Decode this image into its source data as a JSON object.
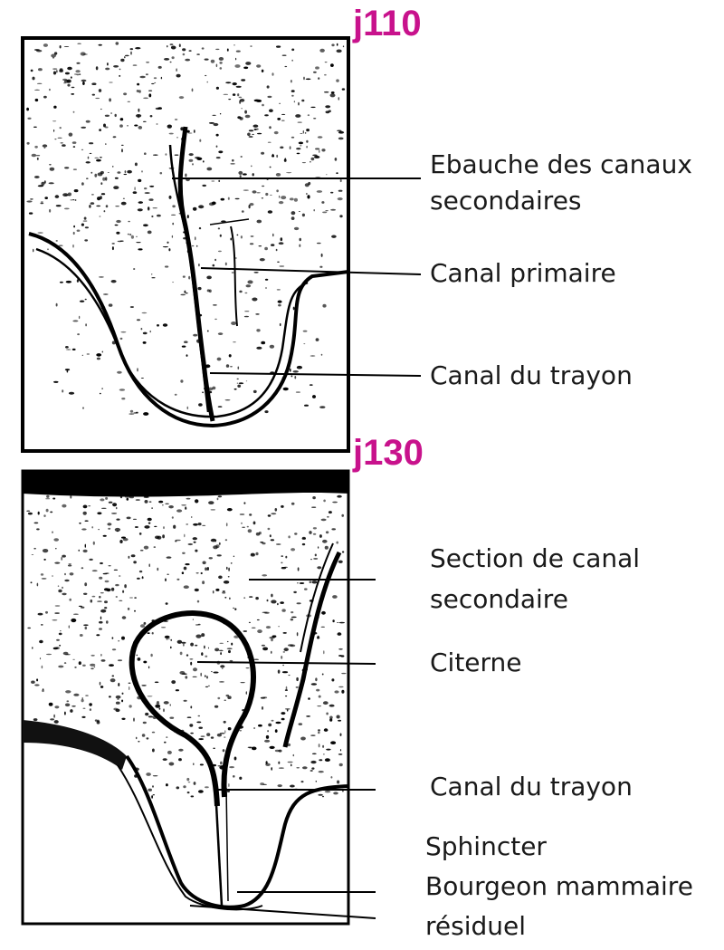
{
  "colors": {
    "accent": "#c8128c",
    "ink": "#000000",
    "text": "#1a1a1a"
  },
  "panel_j110": {
    "day": "j110",
    "labels": {
      "secondary_ducts_line1": "Ebauche des canaux",
      "secondary_ducts_line2": "secondaires",
      "primary_duct": "Canal primaire",
      "teat_canal": "Canal du trayon"
    }
  },
  "panel_j130": {
    "day": "j130",
    "labels": {
      "secondary_section_line1": "Section de canal",
      "secondary_section_line2": "secondaire",
      "cistern": "Citerne",
      "teat_canal": "Canal du trayon",
      "sphincter": "Sphincter",
      "residual_bud_line1": "Bourgeon mammaire",
      "residual_bud_line2": "résiduel"
    }
  }
}
